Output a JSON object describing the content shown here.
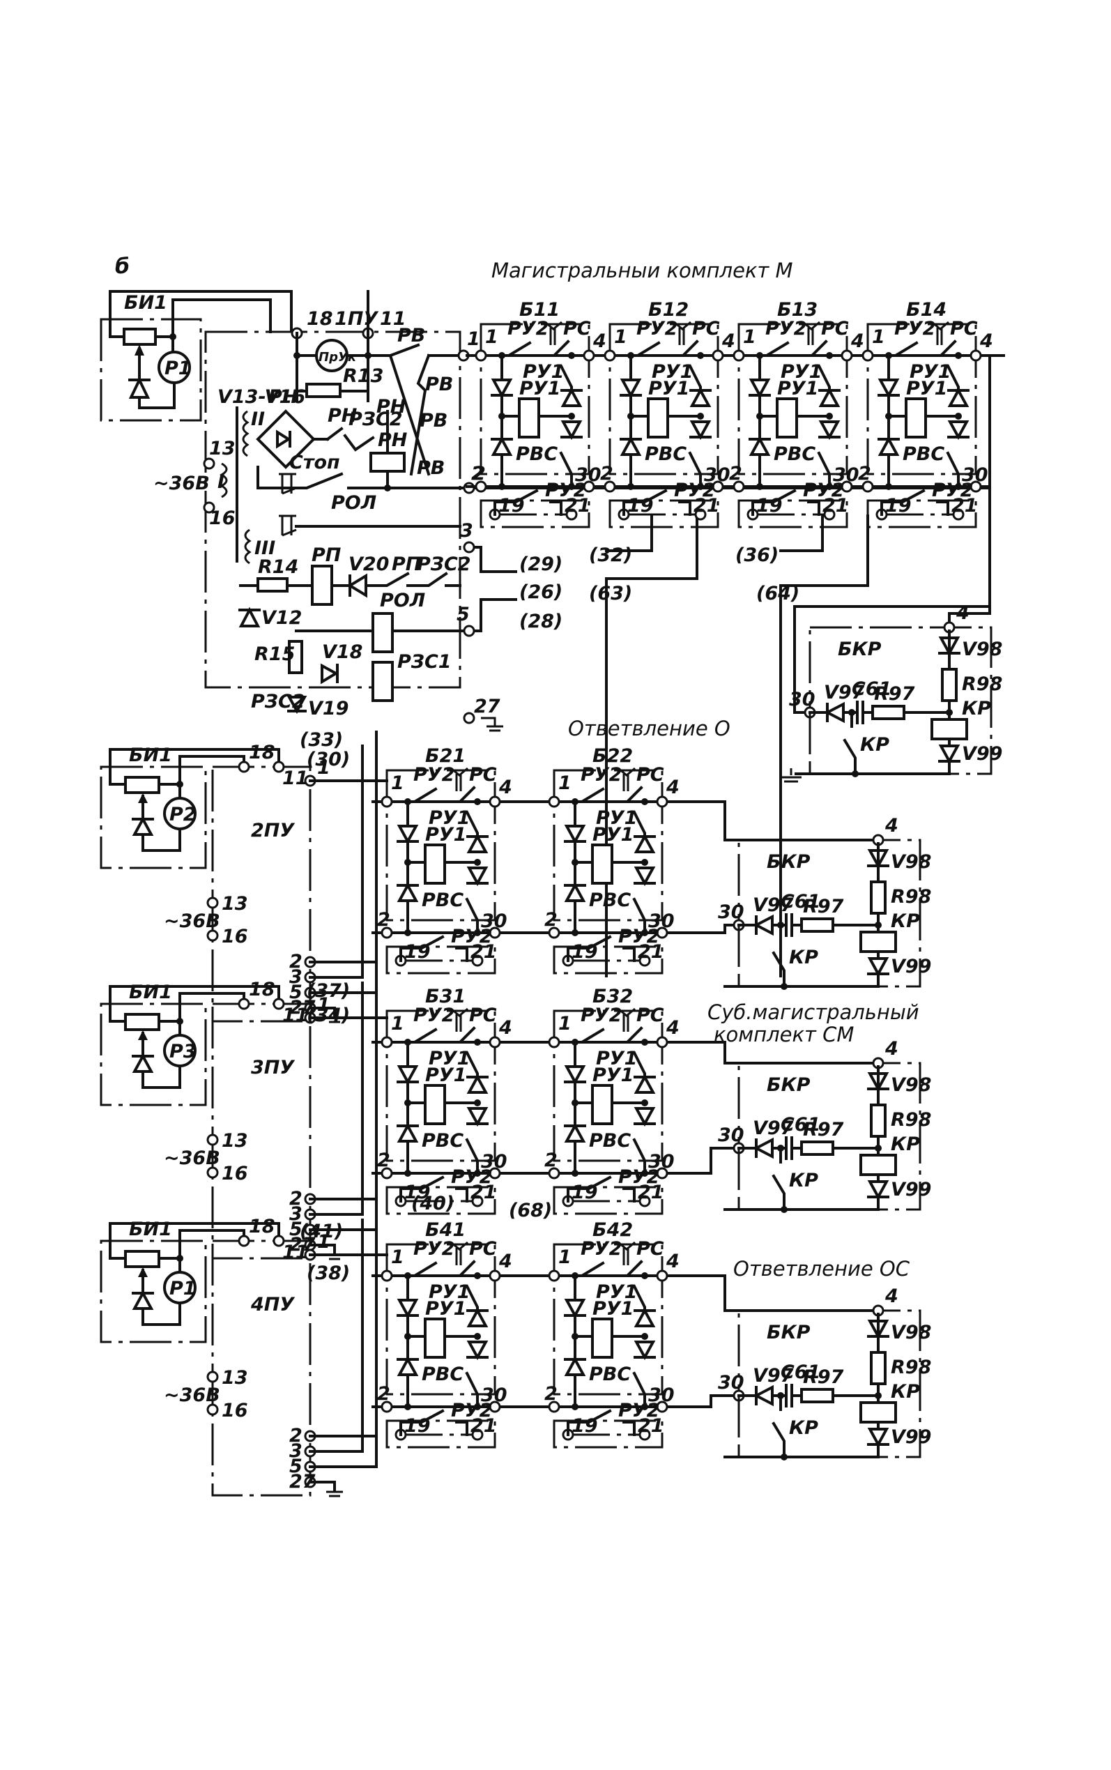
{
  "figure_label": "б",
  "main_title": "Магистральныи комплект М",
  "branch_o_title": "Ответвление О",
  "submain_title_1": "Суб.магистральный",
  "submain_title_2": "комплект СМ",
  "branch_os_title": "Ответвление ОС",
  "ground_symbol": "ground-icon",
  "power_units": [
    {
      "id": "1ПУ",
      "meter": "Р1",
      "bi": "БИ1",
      "voltage": "~36В",
      "pins": {
        "p18": "18",
        "p11": "11",
        "p13": "13",
        "p16": "16",
        "p1": "1",
        "p2": "2",
        "p3": "3",
        "p5": "5",
        "p27": "27"
      }
    },
    {
      "id": "2ПУ",
      "meter": "Р2",
      "bi": "БИ1",
      "voltage": "~36В",
      "pins": {
        "p18": "18",
        "p11": "11",
        "p13": "13",
        "p16": "16",
        "p1": "1",
        "p2": "2",
        "p3": "3",
        "p5": "5",
        "p27": "27"
      }
    },
    {
      "id": "3ПУ",
      "meter": "Р3",
      "bi": "БИ1",
      "voltage": "~36В",
      "pins": {
        "p18": "18",
        "p11": "11",
        "p13": "13",
        "p16": "16",
        "p1": "1",
        "p2": "2",
        "p3": "3",
        "p5": "5",
        "p27": "27"
      }
    },
    {
      "id": "4ПУ",
      "meter": "Р1",
      "bi": "БИ1",
      "voltage": "~36В",
      "pins": {
        "p18": "18",
        "p11": "11",
        "p13": "13",
        "p16": "16",
        "p1": "1",
        "p2": "2",
        "p3": "3",
        "p5": "5",
        "p27": "27"
      }
    }
  ],
  "pu1_internal": {
    "pruk": "ПрУк",
    "r13": "R13",
    "bridge": "V13-V16",
    "rn": "РН",
    "rzs2": "РЗС2",
    "rv": "РВ",
    "stop": "Стоп",
    "rol": "РОЛ",
    "winding_1": "I",
    "winding_2": "II",
    "winding_3": "III",
    "r14": "R14",
    "rp": "РП",
    "v20": "V20",
    "v12": "V12",
    "r15": "R15",
    "v18": "V18",
    "rzs1": "РЗС1",
    "v19": "V19"
  },
  "blocks": [
    {
      "id": "Б11",
      "row": 0,
      "col": 0
    },
    {
      "id": "Б12",
      "row": 0,
      "col": 1
    },
    {
      "id": "Б13",
      "row": 0,
      "col": 2
    },
    {
      "id": "Б14",
      "row": 0,
      "col": 3
    },
    {
      "id": "Б21",
      "row": 1,
      "col": 0
    },
    {
      "id": "Б22",
      "row": 1,
      "col": 1
    },
    {
      "id": "Б31",
      "row": 2,
      "col": 0
    },
    {
      "id": "Б32",
      "row": 2,
      "col": 1
    },
    {
      "id": "Б41",
      "row": 3,
      "col": 0
    },
    {
      "id": "Б42",
      "row": 3,
      "col": 1
    }
  ],
  "block_labels": {
    "ru2": "РУ2",
    "rs": "РС",
    "ru1": "РУ1",
    "rvs": "РВС",
    "t1": "1",
    "t2": "2",
    "t4": "4",
    "t30": "30",
    "t19": "19",
    "t21": "21"
  },
  "bkr_units": [
    {
      "id": "БКР",
      "row": 0
    },
    {
      "id": "БКР",
      "row": 1
    },
    {
      "id": "БКР",
      "row": 2
    },
    {
      "id": "БКР",
      "row": 3
    }
  ],
  "bkr_labels": {
    "v98": "V98",
    "r98": "R98",
    "kr": "КР",
    "v97": "V97",
    "c61": "C61",
    "r97": "R97",
    "v99": "V99",
    "t30": "30",
    "t4": "4"
  },
  "cross_refs": [
    "(29)",
    "(26)",
    "(28)",
    "(32)",
    "(63)",
    "(36)",
    "(64)",
    "(33)",
    "(30)",
    "(37)",
    "(34)",
    "(40)",
    "(68)",
    "(41)",
    "(38)"
  ]
}
